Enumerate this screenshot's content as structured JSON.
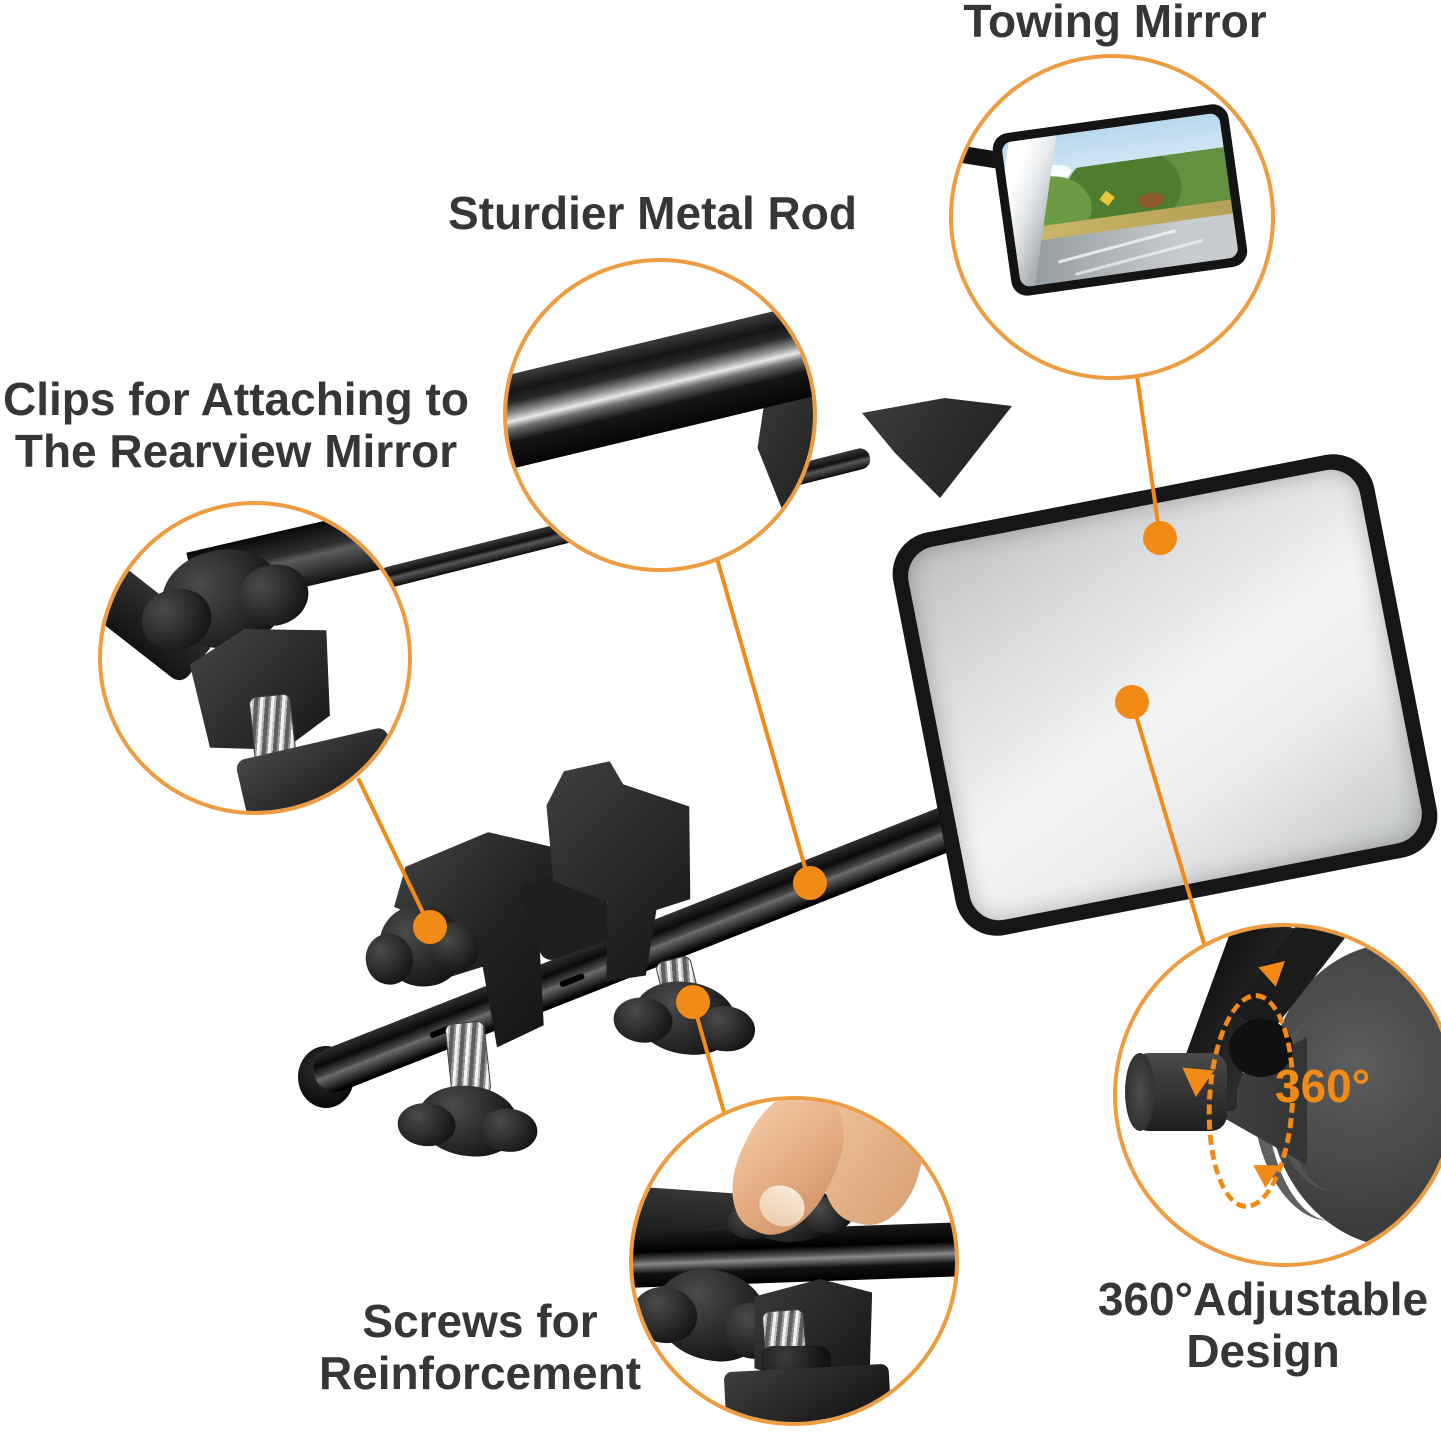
{
  "colors": {
    "background": "#FFFFFF",
    "accent_orange": "#F28A17",
    "ring_orange": "#EE9C42",
    "heading_text": "#363636"
  },
  "headings": {
    "towing_mirror": "Towing Mirror",
    "metal_rod": "Sturdier Metal Rod",
    "clips_line1": "Clips for Attaching to",
    "clips_line2": "The Rearview Mirror",
    "screws_line1": "Screws for",
    "screws_line2": "Reinforcement",
    "adjustable_line1": "360°Adjustable",
    "adjustable_line2": "Design"
  },
  "annotations": {
    "rotation_label": "360°"
  }
}
